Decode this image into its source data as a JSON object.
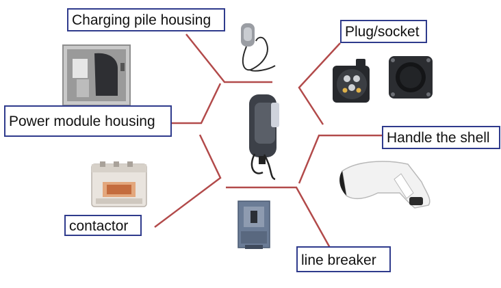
{
  "labels": {
    "charging_pile_housing": "Charging pile housing",
    "plug_socket": "Plug/socket",
    "power_module_housing": "Power module housing",
    "handle_the_shell": "Handle the shell",
    "contactor": "contactor",
    "line_breaker": "line breaker"
  },
  "colors": {
    "connector_line": "#b24a4a",
    "label_border": "#2e3a8c"
  },
  "icons": [
    "wallbox-charger-image",
    "plug-socket-image",
    "power-module-enclosure-image",
    "charging-gun-handle-image",
    "contactor-image",
    "circuit-breaker-image",
    "charging-pile-center-image"
  ]
}
